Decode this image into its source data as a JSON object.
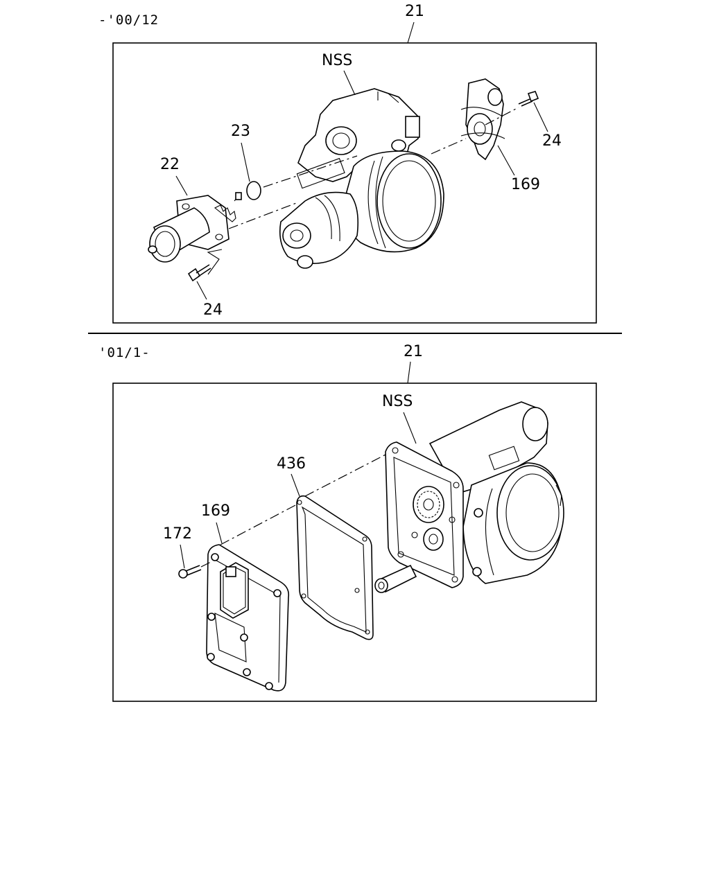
{
  "sections": [
    {
      "date_range": "-'00/12",
      "labels": {
        "assembly": "21",
        "nss": "NSS",
        "o_ring": "23",
        "valve": "22",
        "bolt_right": "24",
        "sensor": "169",
        "bolt_bottom": "24"
      }
    },
    {
      "date_range": "'01/1-",
      "labels": {
        "assembly": "21",
        "nss": "NSS",
        "gasket": "436",
        "cover": "169",
        "screw": "172"
      }
    }
  ]
}
